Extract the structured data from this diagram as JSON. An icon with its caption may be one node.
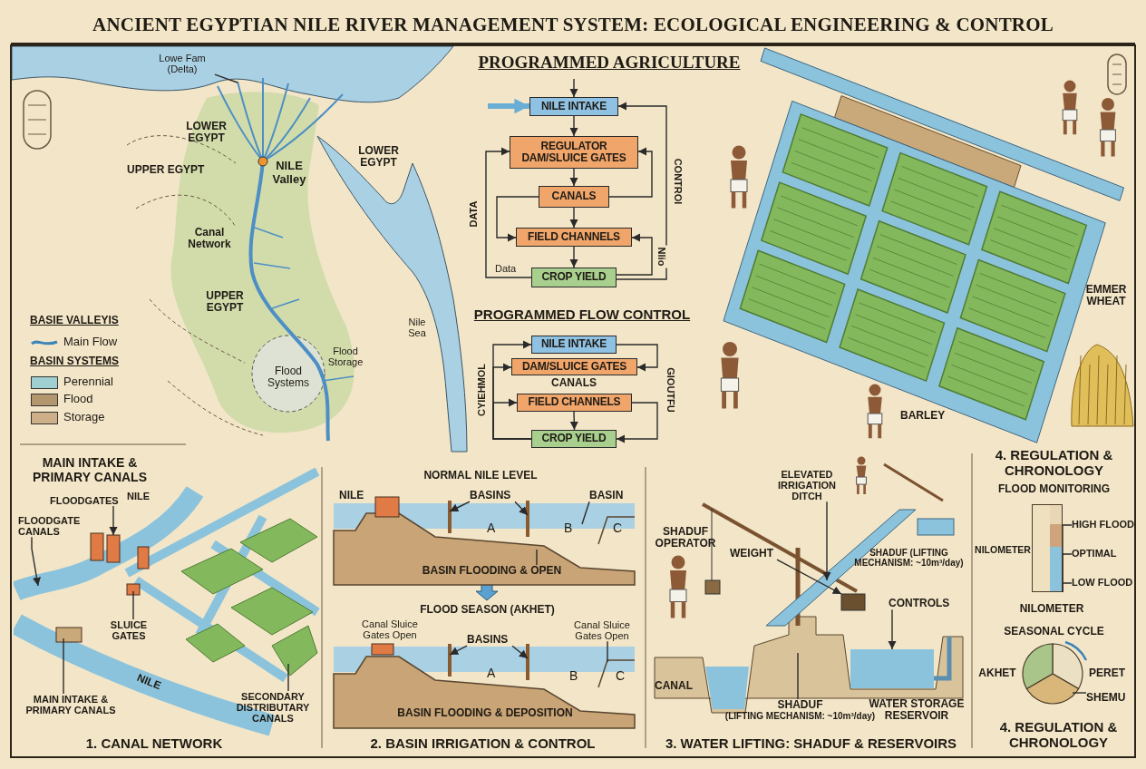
{
  "diagram": {
    "title": "ANCIENT EGYPTIAN NILE RIVER MANAGEMENT SYSTEM: ECOLOGICAL ENGINEERING & CONTROL",
    "nodes": [
      {
        "text": [
          "NILE INTAKE"
        ]
      },
      {
        "text": [
          "REGULATOR DAM/SLUICE GATES"
        ]
      },
      {
        "text": [
          "CANALS"
        ]
      },
      {
        "text": [
          "FIELD CHANNELS"
        ]
      },
      {
        "text": [
          "CROP YIELD"
        ]
      },
      {
        "text": [
          "NILE INTAKE"
        ]
      },
      {
        "text": [
          "DAM/SLUICE GATES"
        ]
      },
      {
        "text": [
          "FIELD CHANNELS"
        ]
      },
      {
        "text": [
          "CROP YIELD"
        ]
      },
      {
        "text": [],
        "shape": "picture"
      },
      {
        "text": [
          "Lowe Fam (Delta)"
        ],
        "in": 9
      },
      {
        "text": [],
        "shape": "picture",
        "beside": [
          "1. CANAL NETWORK"
        ]
      },
      {
        "text": [
          "FLOODGATES"
        ],
        "in": 11
      },
      {
        "text": [
          "FLOODGATE CANALS"
        ],
        "in": 11
      },
      {
        "text": [
          "SLUICE GATES"
        ],
        "in": 11
      },
      {
        "text": [
          "MAIN INTAKE & PRIMARY CANALS"
        ],
        "in": 11
      },
      {
        "text": [
          "SECONDARY DISTRIBUTARY CANALS"
        ],
        "in": 11
      },
      {
        "text": [
          "BASINS"
        ]
      },
      {
        "text": [
          "BASIN"
        ]
      },
      {
        "text": [],
        "shape": "picture"
      },
      {
        "text": [
          "BASIN FLOODING & OPEN"
        ],
        "in": 19
      },
      {
        "text": [
          "BASINS"
        ]
      },
      {
        "text": [
          "Canal Sluice Gates Open"
        ]
      },
      {
        "text": [],
        "shape": "picture",
        "beside": [
          "FLOOD SEASON (AKHET)",
          "Canal Sluice Gates Open",
          "2. BASIN IRRIGATION & CONTROL"
        ]
      },
      {
        "text": [],
        "shape": "picture",
        "beside": [
          "3. WATER LIFTING: SHADUF & RESERVOIRS"
        ]
      },
      {
        "text": [
          "ELEVATED IRRIGATION DITCH"
        ],
        "in": 24
      },
      {
        "text": [
          "WEIGHT"
        ],
        "in": 24
      },
      {
        "text": [
          "CONTROLS"
        ],
        "in": 24
      },
      {
        "text": [
          "SHADUF",
          "(LIFTING MECHANISM: ~10m³/day)"
        ]
      },
      {
        "text": [],
        "shape": "bar",
        "beside": [
          "4. REGULATION & CHRONOLOGY",
          "NILOMETER",
          "NILOMETER"
        ]
      },
      {
        "text": [
          "HIGH FLOOD"
        ]
      },
      {
        "text": [
          "OPTIMAL"
        ]
      },
      {
        "text": [
          "LOW FLOOD"
        ]
      },
      {
        "text": [],
        "shape": "picture",
        "beside": [
          "SEASONAL CYCLE",
          "AKHET",
          "PERET",
          "4. REGULATION & CHRONOLOGY"
        ]
      },
      {
        "text": [
          "SHEMU"
        ]
      },
      {
        "text": [],
        "shape": "box",
        "in": 11
      },
      {
        "text": [],
        "shape": "picture",
        "in": 24
      },
      {
        "text": [],
        "shape": "box",
        "in": 24
      },
      {
        "text": [],
        "shape": "box",
        "in": 24
      }
    ],
    "edges": [
      {
        "from": null,
        "to": 0,
        "arrow": "to",
        "style": "thick",
        "color": "#6aaed6"
      },
      {
        "from": null,
        "to": 0,
        "arrow": "to"
      },
      {
        "from": 0,
        "to": 1,
        "arrow": "to"
      },
      {
        "from": 1,
        "to": 2,
        "arrow": "to"
      },
      {
        "from": 2,
        "to": 3,
        "arrow": "to"
      },
      {
        "from": 3,
        "to": 4,
        "arrow": "to"
      },
      {
        "from": 4,
        "to": 1,
        "arrow": "to",
        "label": "DATA"
      },
      {
        "from": 2,
        "to": 3,
        "arrow": "to"
      },
      {
        "from": 2,
        "to": 1,
        "arrow": "to"
      },
      {
        "from": 4,
        "to": 3,
        "arrow": "to",
        "label": "Nlio"
      },
      {
        "from": 4,
        "to": 0,
        "arrow": "to",
        "label": "CONTROl"
      },
      {
        "from": 8,
        "to": 5,
        "arrow": "to",
        "label": "CYIEHMOL"
      },
      {
        "from": 8,
        "to": 6,
        "arrow": "to"
      },
      {
        "from": 8,
        "to": 7,
        "arrow": "to"
      },
      {
        "from": 5,
        "to": 6,
        "arrow": "to"
      },
      {
        "from": 7,
        "to": 8,
        "arrow": "to"
      },
      {
        "from": 7,
        "to": 8,
        "arrow": "to",
        "label": "GIOUTFU"
      },
      {
        "from": 10,
        "to": 9,
        "arrow": "none"
      },
      {
        "from": 12,
        "to": 35,
        "arrow": "to"
      },
      {
        "from": 13,
        "to": 11,
        "arrow": "to"
      },
      {
        "from": 14,
        "to": 11,
        "arrow": "none"
      },
      {
        "from": 15,
        "to": 11,
        "arrow": "none"
      },
      {
        "from": 16,
        "to": 11,
        "arrow": "none"
      },
      {
        "from": 17,
        "to": 19,
        "arrow": "to"
      },
      {
        "from": 17,
        "to": 19,
        "arrow": "to"
      },
      {
        "from": 18,
        "to": 19,
        "arrow": "none"
      },
      {
        "from": 20,
        "to": 19,
        "arrow": "none"
      },
      {
        "from": 21,
        "to": 23,
        "arrow": "to"
      },
      {
        "from": 21,
        "to": 23,
        "arrow": "to"
      },
      {
        "from": 22,
        "to": 23,
        "arrow": "none"
      },
      {
        "from": 25,
        "to": 36,
        "arrow": "to"
      },
      {
        "from": 26,
        "to": 37,
        "arrow": "to"
      },
      {
        "from": 27,
        "to": 38,
        "arrow": "to"
      },
      {
        "from": 28,
        "to": 24,
        "arrow": "none"
      },
      {
        "from": 30,
        "to": 29,
        "arrow": "none"
      },
      {
        "from": 31,
        "to": 29,
        "arrow": "none"
      },
      {
        "from": 32,
        "to": 29,
        "arrow": "none"
      },
      {
        "from": 34,
        "to": 33,
        "arrow": "none"
      }
    ],
    "labels": [
      "LOWER EGYPT",
      "UPPER EGYPT",
      "NILE Valley",
      "LOWER EGYPT",
      "Canal Network",
      "UPPER EGYPT",
      "Nile Sea",
      "Flood Storage",
      "Flood Systems",
      "BASIE VALLEYIS",
      "BASIN SYSTEMS",
      "PROGRAMMED AGRICULTURE",
      "Data",
      "PROGRAMMED FLOW CONTROL",
      "CANALS",
      "EMMER WHEAT",
      "BARLEY",
      "MAIN INTAKE & PRIMARY CANALS",
      "NILE",
      "NILE",
      "NORMAL NILE LEVEL",
      "NILE",
      "A",
      "B",
      "C",
      "A",
      "B",
      "C",
      "BASIN FLOODING & DEPOSITION",
      "SHADUF OPERATOR",
      "SHADUF (LIFTING MECHANISM: ~10m³/day)",
      "CANAL",
      "WATER STORAGE RESERVOIR",
      "FLOOD MONITORING"
    ],
    "legend": [
      {
        "text": "Main Flow"
      },
      {
        "text": "Perennial",
        "color": "#9fcfd0"
      },
      {
        "text": "Flood",
        "color": "#b4976f"
      },
      {
        "text": "Storage",
        "color": "#cdb08a"
      }
    ]
  }
}
